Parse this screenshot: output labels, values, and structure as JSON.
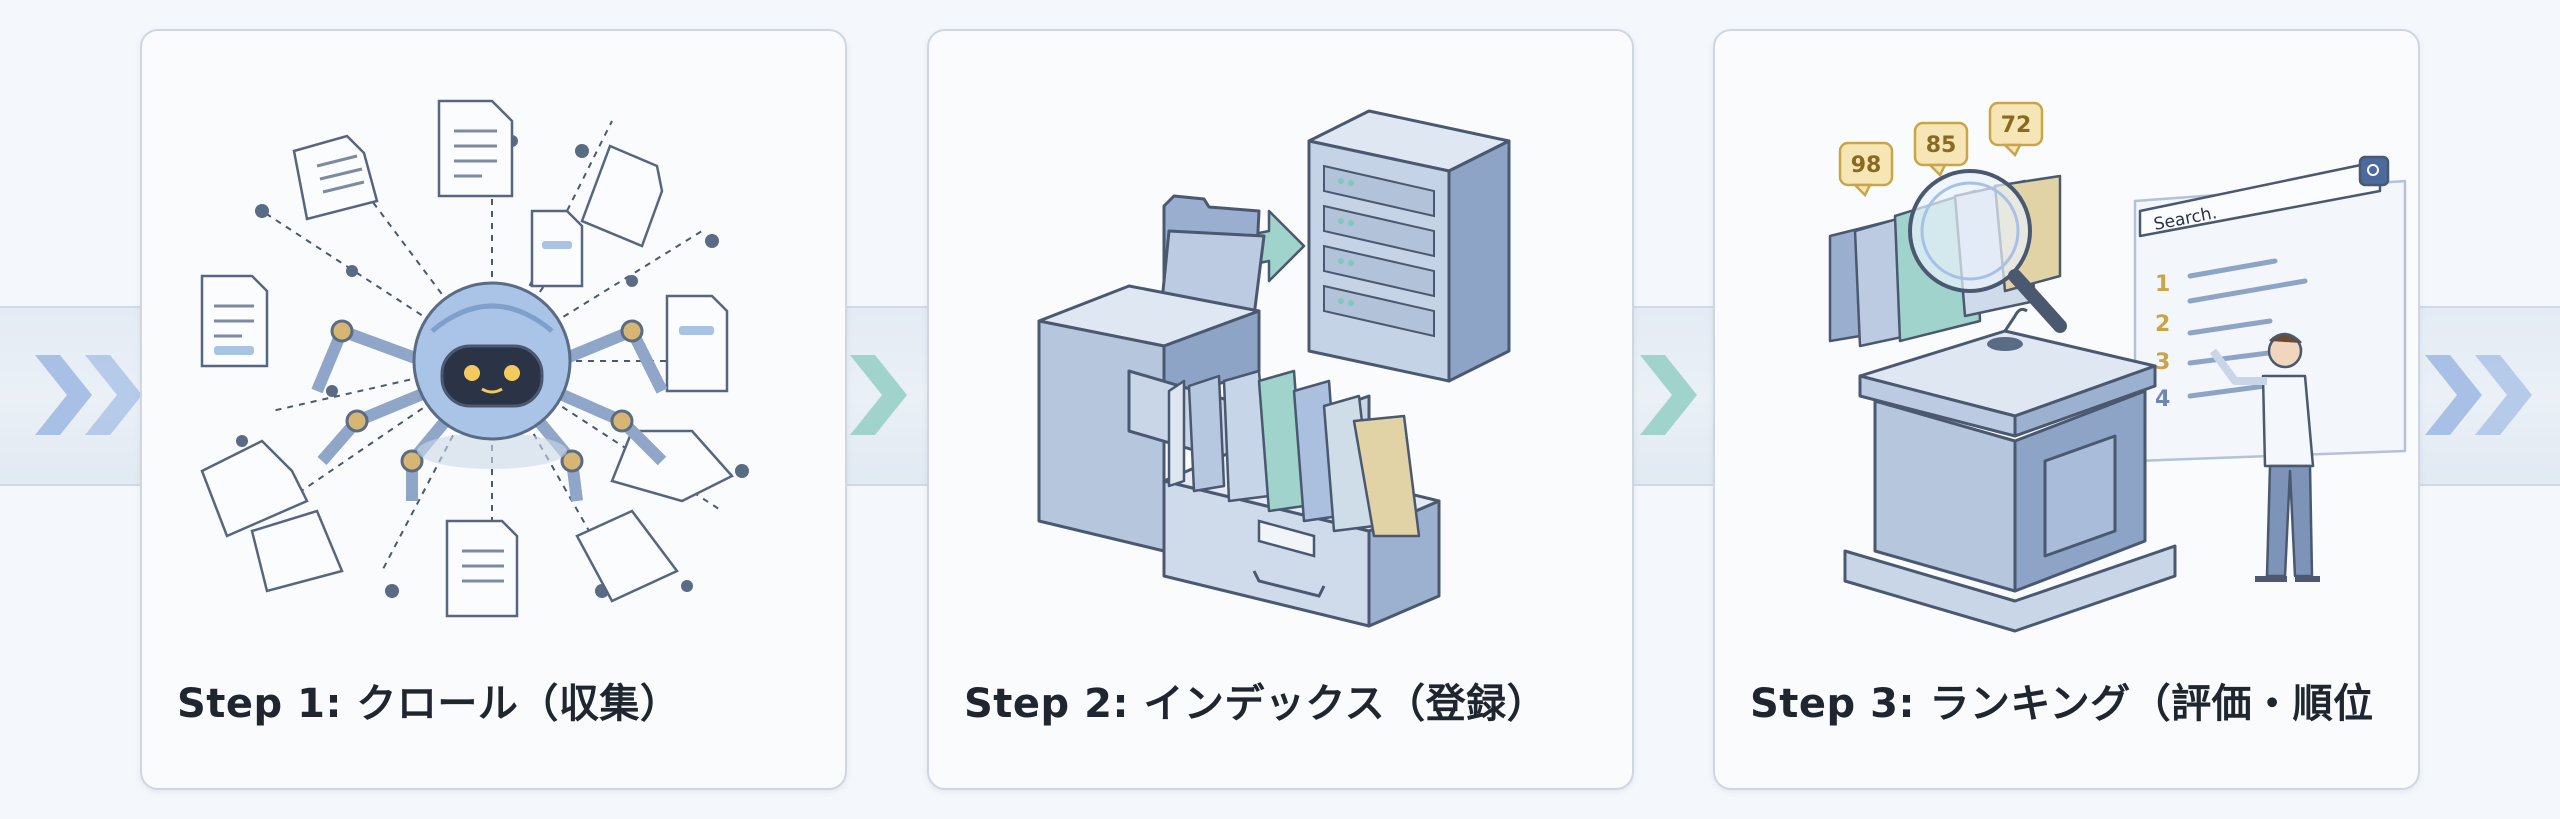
{
  "steps": [
    {
      "label": "Step 1: クロール（収集）",
      "icon": "crawler-spider-robot-icon"
    },
    {
      "label": "Step 2: インデックス（登録）",
      "icon": "file-cabinet-server-icon"
    },
    {
      "label": "Step 3: ランキング（評価・順位",
      "icon": "ranking-podium-icon"
    }
  ],
  "scores": [
    "98",
    "85",
    "72"
  ],
  "search_box_text": "Search.",
  "rank_numbers": [
    "1",
    "2",
    "3",
    "4"
  ],
  "colors": {
    "background": "#f4f7fb",
    "band": "#e5edf5",
    "chevron_blue": "#9fb8e0",
    "chevron_teal": "#9fd3cb",
    "panel_border": "#cdd6e1",
    "text": "#1f2630"
  }
}
